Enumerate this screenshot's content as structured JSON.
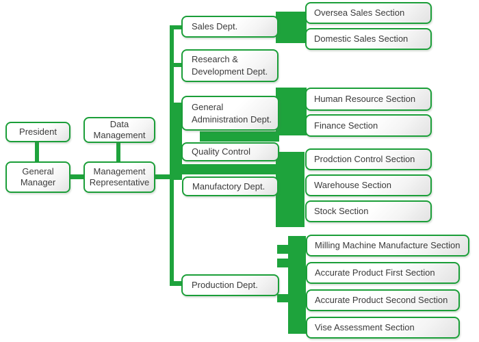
{
  "colors": {
    "connector_green": "#1ea33c",
    "box_border_green": "#1a9e38",
    "text": "#3a3a3a",
    "background": "#ffffff"
  },
  "nodes": {
    "president": {
      "label": "President"
    },
    "general_manager": {
      "label": "General Manager"
    },
    "data_management": {
      "label": "Data Management"
    },
    "management_representative": {
      "label": "Management Representative"
    },
    "sales_dept": {
      "label": "Sales Dept."
    },
    "rnd_dept": {
      "label": "Research & Development Dept."
    },
    "general_administration_dept": {
      "label": "General Administration Dept."
    },
    "quality_control": {
      "label": "Quality Control"
    },
    "manufactory_dept": {
      "label": "Manufactory Dept."
    },
    "production_dept": {
      "label": "Production Dept."
    },
    "oversea_sales_section": {
      "label": "Oversea Sales Section"
    },
    "domestic_sales_section": {
      "label": "Domestic Sales Section"
    },
    "human_resource_section": {
      "label": "Human Resource Section"
    },
    "finance_section": {
      "label": "Finance Section"
    },
    "prodction_control_section": {
      "label": "Prodction Control Section"
    },
    "warehouse_section": {
      "label": "Warehouse Section"
    },
    "stock_section": {
      "label": "Stock Section"
    },
    "milling_machine_manufacture_section": {
      "label": "Milling Machine Manufacture Section"
    },
    "accurate_product_first_section": {
      "label": "Accurate Product First Section"
    },
    "accurate_product_second_section": {
      "label": "Accurate Product Second Section"
    },
    "vise_assessment_section": {
      "label": "Vise Assessment Section"
    }
  },
  "relations": [
    {
      "from": "President",
      "to": "General Manager"
    },
    {
      "from": "Data Management",
      "to": "Management Representative"
    },
    {
      "from": "General Manager",
      "to": "Management Representative"
    },
    {
      "from": "Management Representative",
      "to": "Sales Dept."
    },
    {
      "from": "Management Representative",
      "to": "Research & Development Dept."
    },
    {
      "from": "Management Representative",
      "to": "General Administration Dept."
    },
    {
      "from": "Management Representative",
      "to": "Quality Control"
    },
    {
      "from": "Management Representative",
      "to": "Manufactory Dept."
    },
    {
      "from": "Management Representative",
      "to": "Production Dept."
    },
    {
      "from": "Sales Dept.",
      "to": "Oversea Sales Section"
    },
    {
      "from": "Sales Dept.",
      "to": "Domestic Sales Section"
    },
    {
      "from": "General Administration Dept.",
      "to": "Human Resource Section"
    },
    {
      "from": "General Administration Dept.",
      "to": "Finance Section"
    },
    {
      "from": "Manufactory Dept.",
      "to": "Prodction Control Section"
    },
    {
      "from": "Manufactory Dept.",
      "to": "Warehouse Section"
    },
    {
      "from": "Manufactory Dept.",
      "to": "Stock Section"
    },
    {
      "from": "Production Dept.",
      "to": "Milling Machine Manufacture Section"
    },
    {
      "from": "Production Dept.",
      "to": "Accurate Product First Section"
    },
    {
      "from": "Production Dept.",
      "to": "Accurate Product Second Section"
    },
    {
      "from": "Production Dept.",
      "to": "Vise Assessment Section"
    }
  ]
}
